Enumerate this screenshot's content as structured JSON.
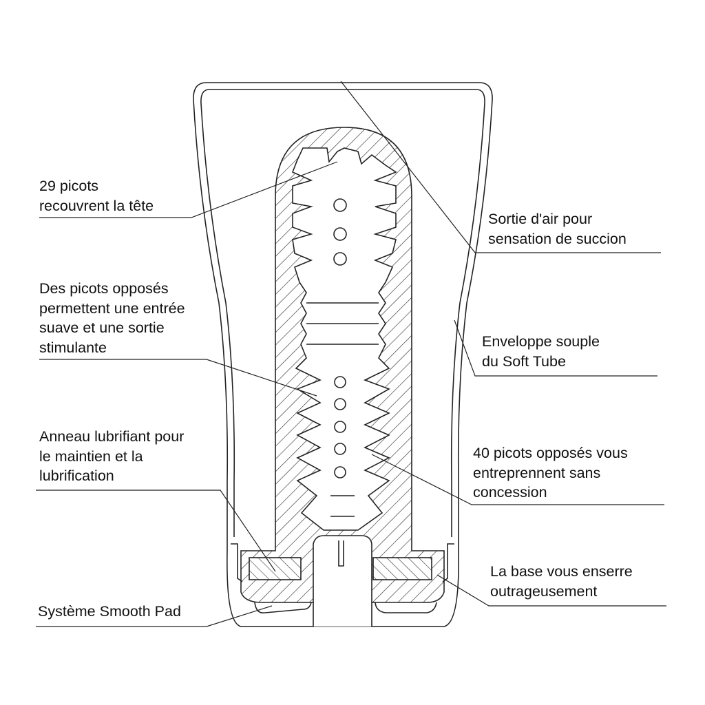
{
  "labels": {
    "head_spikes": [
      "29 picots",
      "recouvrent la tête"
    ],
    "opposed_spikes": [
      "Des picots opposés",
      "permettent une entrée",
      "suave et une sortie",
      "stimulante"
    ],
    "lube_ring": [
      "Anneau lubrifiant pour",
      "le maintien et la",
      "lubrification"
    ],
    "smooth_pad": [
      "Système Smooth Pad"
    ],
    "air_outlet": [
      "Sortie d'air pour",
      "sensation de succion"
    ],
    "soft_shell": [
      "Enveloppe souple",
      "du Soft Tube"
    ],
    "forty_spikes": [
      "40 picots opposés vous",
      "entreprennent sans",
      "concession"
    ],
    "base": [
      "La base vous enserre",
      "outrageusement"
    ]
  },
  "colors": {
    "line": "#222222",
    "background": "#ffffff"
  }
}
